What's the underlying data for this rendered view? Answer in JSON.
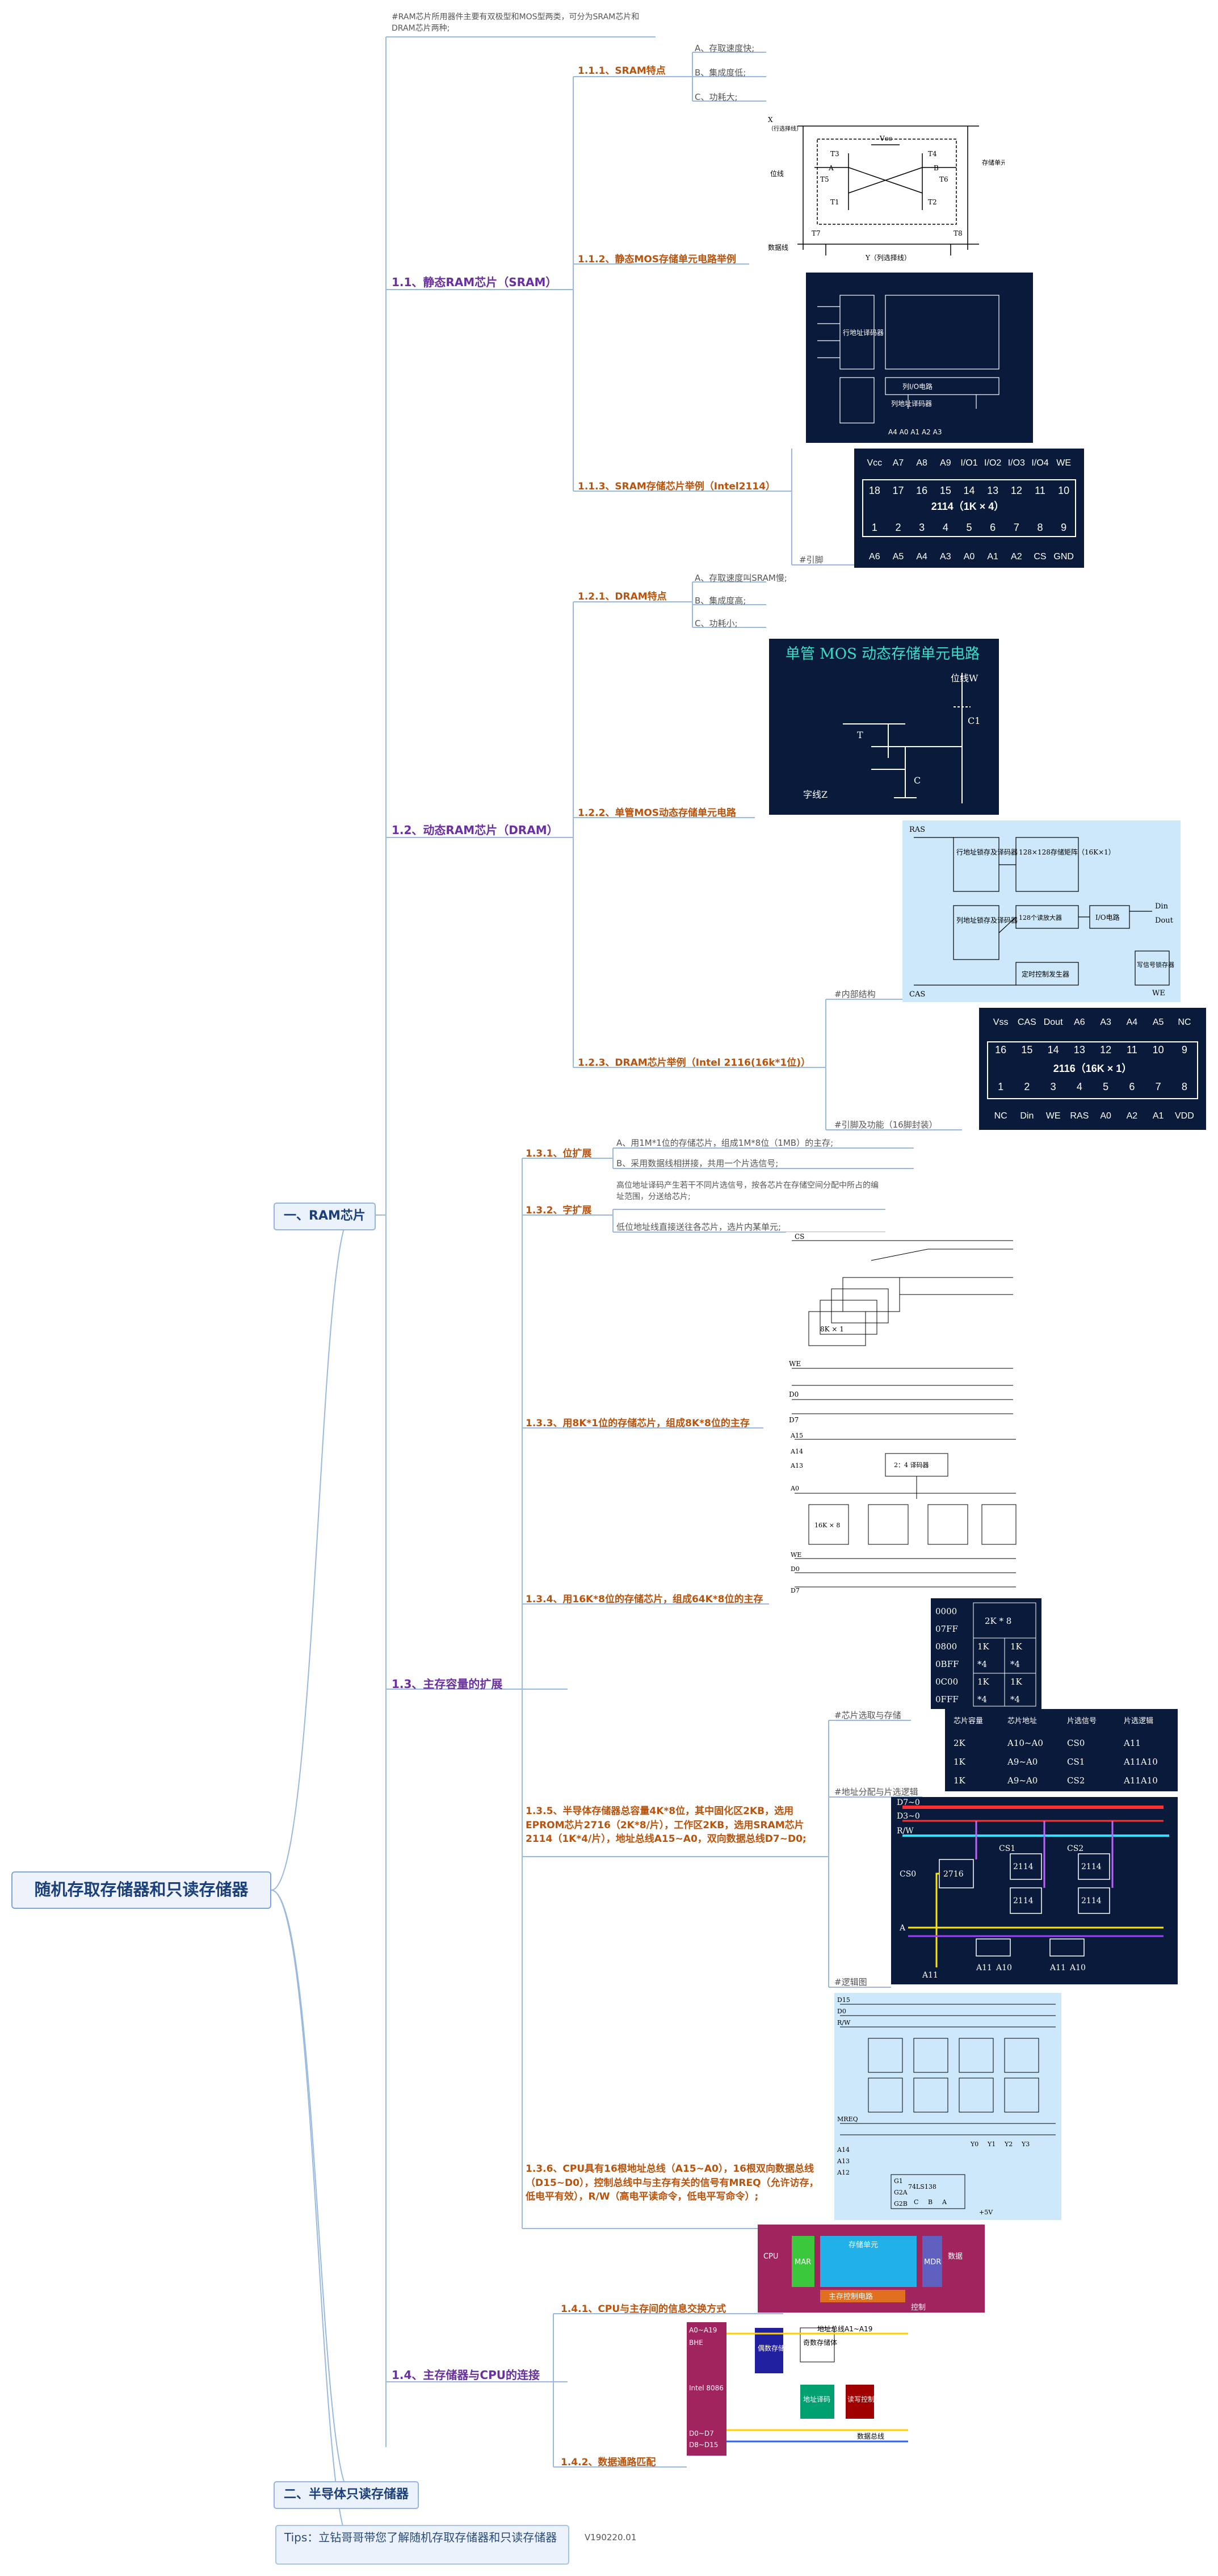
{
  "root": {
    "title": "随机存取存储器和只读存储器"
  },
  "ram": {
    "label": "一、RAM芯片",
    "intro": "#RAM芯片所用器件主要有双极型和MOS型两类，可分为SRAM芯片和DRAM芯片两种;",
    "sram": {
      "label": "1.1、静态RAM芯片（SRAM）",
      "features": {
        "label": "1.1.1、SRAM特点",
        "items": [
          "A、存取速度快;",
          "B、集成度低;",
          "C、功耗大;"
        ]
      },
      "circuit": {
        "label": "1.1.2、静态MOS存储单元电路举例"
      },
      "example": {
        "label": "1.1.3、SRAM存储芯片举例（Intel2114）",
        "pin_note": "#引脚"
      }
    },
    "dram": {
      "label": "1.2、动态RAM芯片（DRAM）",
      "features": {
        "label": "1.2.1、DRAM特点",
        "items": [
          "A、存取速度叫SRAM慢;",
          "B、集成度高;",
          "C、功耗小;"
        ]
      },
      "circuit": {
        "label": "1.2.2、单管MOS动态存储单元电路"
      },
      "example": {
        "label": "1.2.3、DRAM芯片举例（Intel 2116(16k*1位)）",
        "notes": [
          "#内部结构",
          "#引脚及功能（16脚封装）"
        ]
      }
    },
    "expand": {
      "label": "1.3、主存容量的扩展",
      "bit": {
        "label": "1.3.1、位扩展",
        "items": [
          "A、用1M*1位的存储芯片，组成1M*8位（1MB）的主存;",
          "B、采用数据线相拼接，共用一个片选信号;"
        ]
      },
      "word": {
        "label": "1.3.2、字扩展",
        "items": [
          "高位地址译码产生若干不同片选信号，按各芯片在存储空间分配中所占的编址范围，分送给芯片;",
          "低位地址线直接送往各芯片，选片内某单元;"
        ]
      },
      "ex1": {
        "label": "1.3.3、用8K*1位的存储芯片，组成8K*8位的主存"
      },
      "ex2": {
        "label": "1.3.4、用16K*8位的存储芯片，组成64K*8位的主存"
      },
      "ex3": {
        "label": "1.3.5、半导体存储器总容量4K*8位，其中固化区2KB，选用EPROM芯片2716（2K*8/片），工作区2KB，选用SRAM芯片2114（1K*4/片），地址总线A15~A0，双向数据总线D7~D0;",
        "notes": [
          "#芯片选取与存储",
          "#地址分配与片选逻辑",
          "#逻辑图"
        ]
      },
      "ex4": {
        "label": "1.3.6、CPU具有16根地址总线（A15~A0），16根双向数据总线（D15~D0），控制总线中与主存有关的信号有MREQ（允许访存，低电平有效），R/W（高电平读命令，低电平写命令）;"
      }
    },
    "cpu": {
      "label": "1.4、主存储器与CPU的连接",
      "items": [
        "1.4.1、CPU与主存间的信息交换方式",
        "1.4.2、数据通路匹配"
      ]
    }
  },
  "rom": {
    "label": "二、半导体只读存储器"
  },
  "tips": {
    "text": "Tips：立钻哥哥带您了解随机存取存储器和只读存储器",
    "version": "V190220.01"
  },
  "figures": {
    "sram_cell": {
      "labels": [
        "X",
        "（行选择线）",
        "位线",
        "A",
        "B",
        "存储单元",
        "Y（列选择线）",
        "数据线",
        "T1",
        "T2",
        "T3",
        "T4",
        "T5",
        "T6",
        "T7",
        "T8",
        "Vcc"
      ]
    },
    "sram_block": {
      "labels": [
        "行地址译码器",
        "列I/O电路",
        "列地址译码器",
        "A4 A0 A1 A2 A3"
      ]
    },
    "chip2114": {
      "top": [
        "Vcc",
        "A7",
        "A8",
        "A9",
        "I/O1",
        "I/O2",
        "I/O3",
        "I/O4",
        "WE"
      ],
      "top_nums": [
        "18",
        "17",
        "16",
        "15",
        "14",
        "13",
        "12",
        "11",
        "10"
      ],
      "name": "2114（1K × 4）",
      "bottom_nums": [
        "1",
        "2",
        "3",
        "4",
        "5",
        "6",
        "7",
        "8",
        "9"
      ],
      "bottom": [
        "A6",
        "A5",
        "A4",
        "A3",
        "A0",
        "A1",
        "A2",
        "CS",
        "GND"
      ]
    },
    "dram_cell": {
      "title": "单管 MOS 动态存储单元电路",
      "labels": [
        "位线W",
        "T",
        "C1",
        "C",
        "字线Z"
      ]
    },
    "dram_block": {
      "labels": [
        "RAS",
        "行地址锁存及译码器",
        "128×128存储矩阵（16K×1）",
        "列地址锁存及译码器",
        "128个读放大器",
        "I/O电路",
        "定时控制发生器",
        "写信号锁存器",
        "CAS",
        "WE",
        "Din",
        "Dout"
      ]
    },
    "chip2116": {
      "top": [
        "Vss",
        "CAS",
        "Dout",
        "A6",
        "A3",
        "A4",
        "A5",
        "NC"
      ],
      "top_nums": [
        "16",
        "15",
        "14",
        "13",
        "12",
        "11",
        "10",
        "9"
      ],
      "name": "2116（16K × 1）",
      "bottom_nums": [
        "1",
        "2",
        "3",
        "4",
        "5",
        "6",
        "7",
        "8"
      ],
      "bottom": [
        "NC",
        "Din",
        "WE",
        "RAS",
        "A0",
        "A2",
        "A1",
        "VDD"
      ]
    },
    "bit_expand": {
      "labels": [
        "CS",
        "8K × 1",
        "WE",
        "D0",
        "D7"
      ]
    },
    "word_expand": {
      "labels": [
        "2：4 译码器",
        "16K × 8",
        "A15",
        "A14",
        "A13",
        "A0",
        "WE",
        "D0",
        "D7"
      ]
    },
    "addr_table": {
      "rows": [
        [
          "0000",
          "2K * 8"
        ],
        [
          "07FF",
          ""
        ],
        [
          "0800",
          "1K",
          "1K"
        ],
        [
          "0BFF",
          "*4",
          "*4"
        ],
        [
          "0C00",
          "1K",
          "1K"
        ],
        [
          "0FFF",
          "*4",
          "*4"
        ]
      ]
    },
    "select_table": {
      "head": [
        "芯片容量",
        "芯片地址",
        "片选信号",
        "片选逻辑"
      ],
      "rows": [
        [
          "2K",
          "A10~A0",
          "CS0",
          "A11"
        ],
        [
          "1K",
          "A9~A0",
          "CS1",
          "A11A10"
        ],
        [
          "1K",
          "A9~A0",
          "CS2",
          "A11A10"
        ]
      ]
    },
    "logic_map": {
      "labels": [
        "D7~0",
        "D3~0",
        "R/W",
        "CS0",
        "2716",
        "CS1",
        "2114",
        "2114",
        "CS2",
        "2114",
        "2114",
        "A",
        "A11",
        "A11",
        "A10",
        "A11",
        "A10"
      ]
    },
    "cpu_bus": {
      "labels": [
        "D15",
        "D0",
        "R/W",
        "MREQ",
        "A14",
        "A13",
        "A12",
        "74LS138",
        "Y0",
        "Y1",
        "Y2",
        "Y3",
        "+5V",
        "G1",
        "G2A",
        "G2B",
        "C",
        "B",
        "A"
      ]
    },
    "exchange": {
      "labels": [
        "CPU",
        "MAR",
        "存储单元",
        "MDR",
        "数据",
        "主存控制电路",
        "控制"
      ]
    },
    "datapath": {
      "labels": [
        "A0~A19",
        "BHE",
        "Intel 8086",
        "D0~D7",
        "D8~D15",
        "偶数存储体",
        "奇数存储体",
        "地址译码",
        "读写控制",
        "地址总线A1~A19",
        "数据总线"
      ]
    }
  }
}
